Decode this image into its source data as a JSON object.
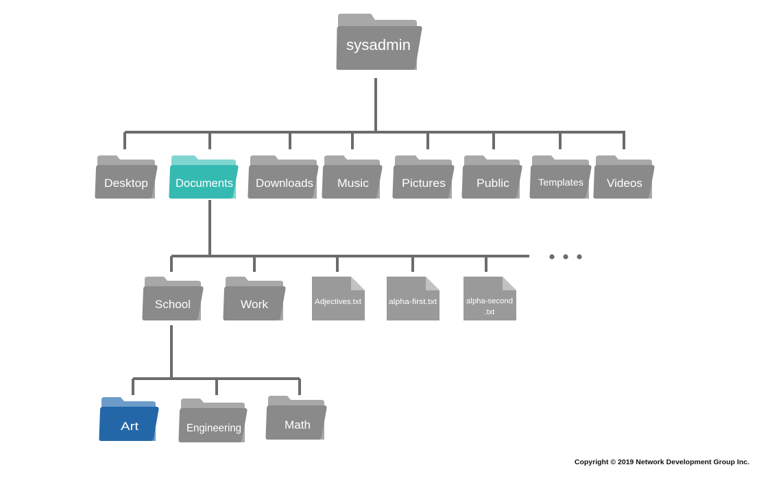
{
  "diagram": {
    "root": {
      "label": "sysadmin"
    },
    "home_folders": [
      {
        "label": "Desktop"
      },
      {
        "label": "Documents"
      },
      {
        "label": "Downloads"
      },
      {
        "label": "Music"
      },
      {
        "label": "Pictures"
      },
      {
        "label": "Public"
      },
      {
        "label": "Templates"
      },
      {
        "label": "Videos"
      }
    ],
    "documents_children": [
      {
        "label": "School"
      },
      {
        "label": "Work"
      },
      {
        "label": "Adjectives.txt"
      },
      {
        "label": "alpha-first.txt"
      },
      {
        "label": "alpha-second .txt",
        "lines": [
          "alpha-second",
          ".txt"
        ]
      }
    ],
    "school_children": [
      {
        "label": "Art"
      },
      {
        "label": "Engineering"
      },
      {
        "label": "Math"
      }
    ],
    "colors": {
      "connector": "#6b6b6b",
      "folder_front": "#8a8a8a",
      "folder_back": "#a8a8a8",
      "documents_front": "#35bab2",
      "documents_back": "#7fd6d1",
      "art_front": "#2367a8",
      "art_back": "#6d9cc9",
      "file_body": "#9a9a9a",
      "file_fold": "#c2c2c2"
    }
  },
  "footer": {
    "copyright": "Copyright © 2019 Network Development Group Inc."
  }
}
